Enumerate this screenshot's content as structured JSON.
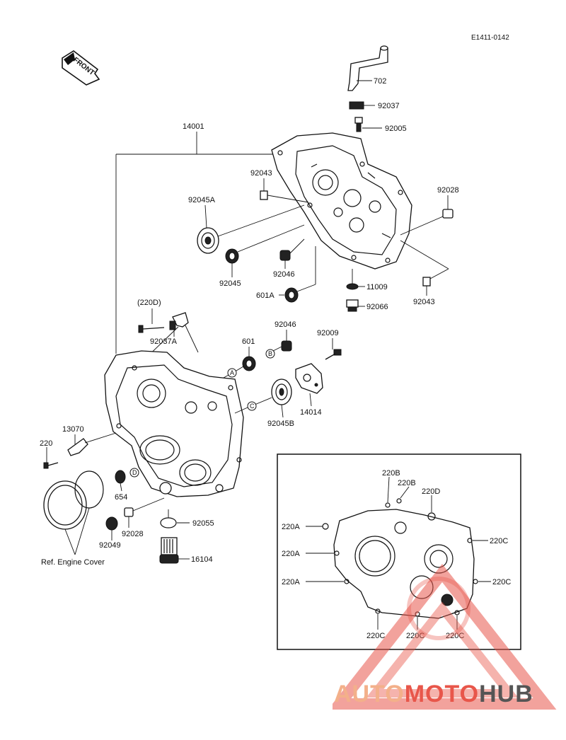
{
  "diagram": {
    "code": "E1411-0142",
    "front_label": "FRONT",
    "inset_caption_ref": "Ref. Engine Cover",
    "labels": {
      "p702": "702",
      "p92037": "92037",
      "p92005": "92005",
      "p14001": "14001",
      "p92043a": "92043",
      "p92028a": "92028",
      "p92045A": "92045A",
      "p92045": "92045",
      "p92046a": "92046",
      "p601A": "601A",
      "p11009": "11009",
      "p92066": "92066",
      "p92043b": "92043",
      "p220D_paren": "(220D)",
      "p92037A": "92037A",
      "p92046b": "92046",
      "p601": "601",
      "p92009": "92009",
      "p14014": "14014",
      "p92045B": "92045B",
      "p13070": "13070",
      "p220": "220",
      "p654": "654",
      "p92028b": "92028",
      "p92049": "92049",
      "p92055": "92055",
      "p16104": "16104"
    },
    "circle_letters": {
      "a": "A",
      "b": "B",
      "c": "C",
      "d": "D"
    },
    "inset_labels": {
      "i220B_1": "220B",
      "i220B_2": "220B",
      "i220D": "220D",
      "i220A_1": "220A",
      "i220A_2": "220A",
      "i220A_3": "220A",
      "i220C_r1": "220C",
      "i220C_r2": "220C",
      "i220C_b1": "220C",
      "i220C_b2": "220C",
      "i220C_b3": "220C"
    }
  },
  "watermark": {
    "part1": "AUTO",
    "part2": "MOTO",
    "part3": "HUB",
    "color_light": "#f3b08a",
    "color_red": "#e8564a",
    "color_gray": "#555555"
  }
}
